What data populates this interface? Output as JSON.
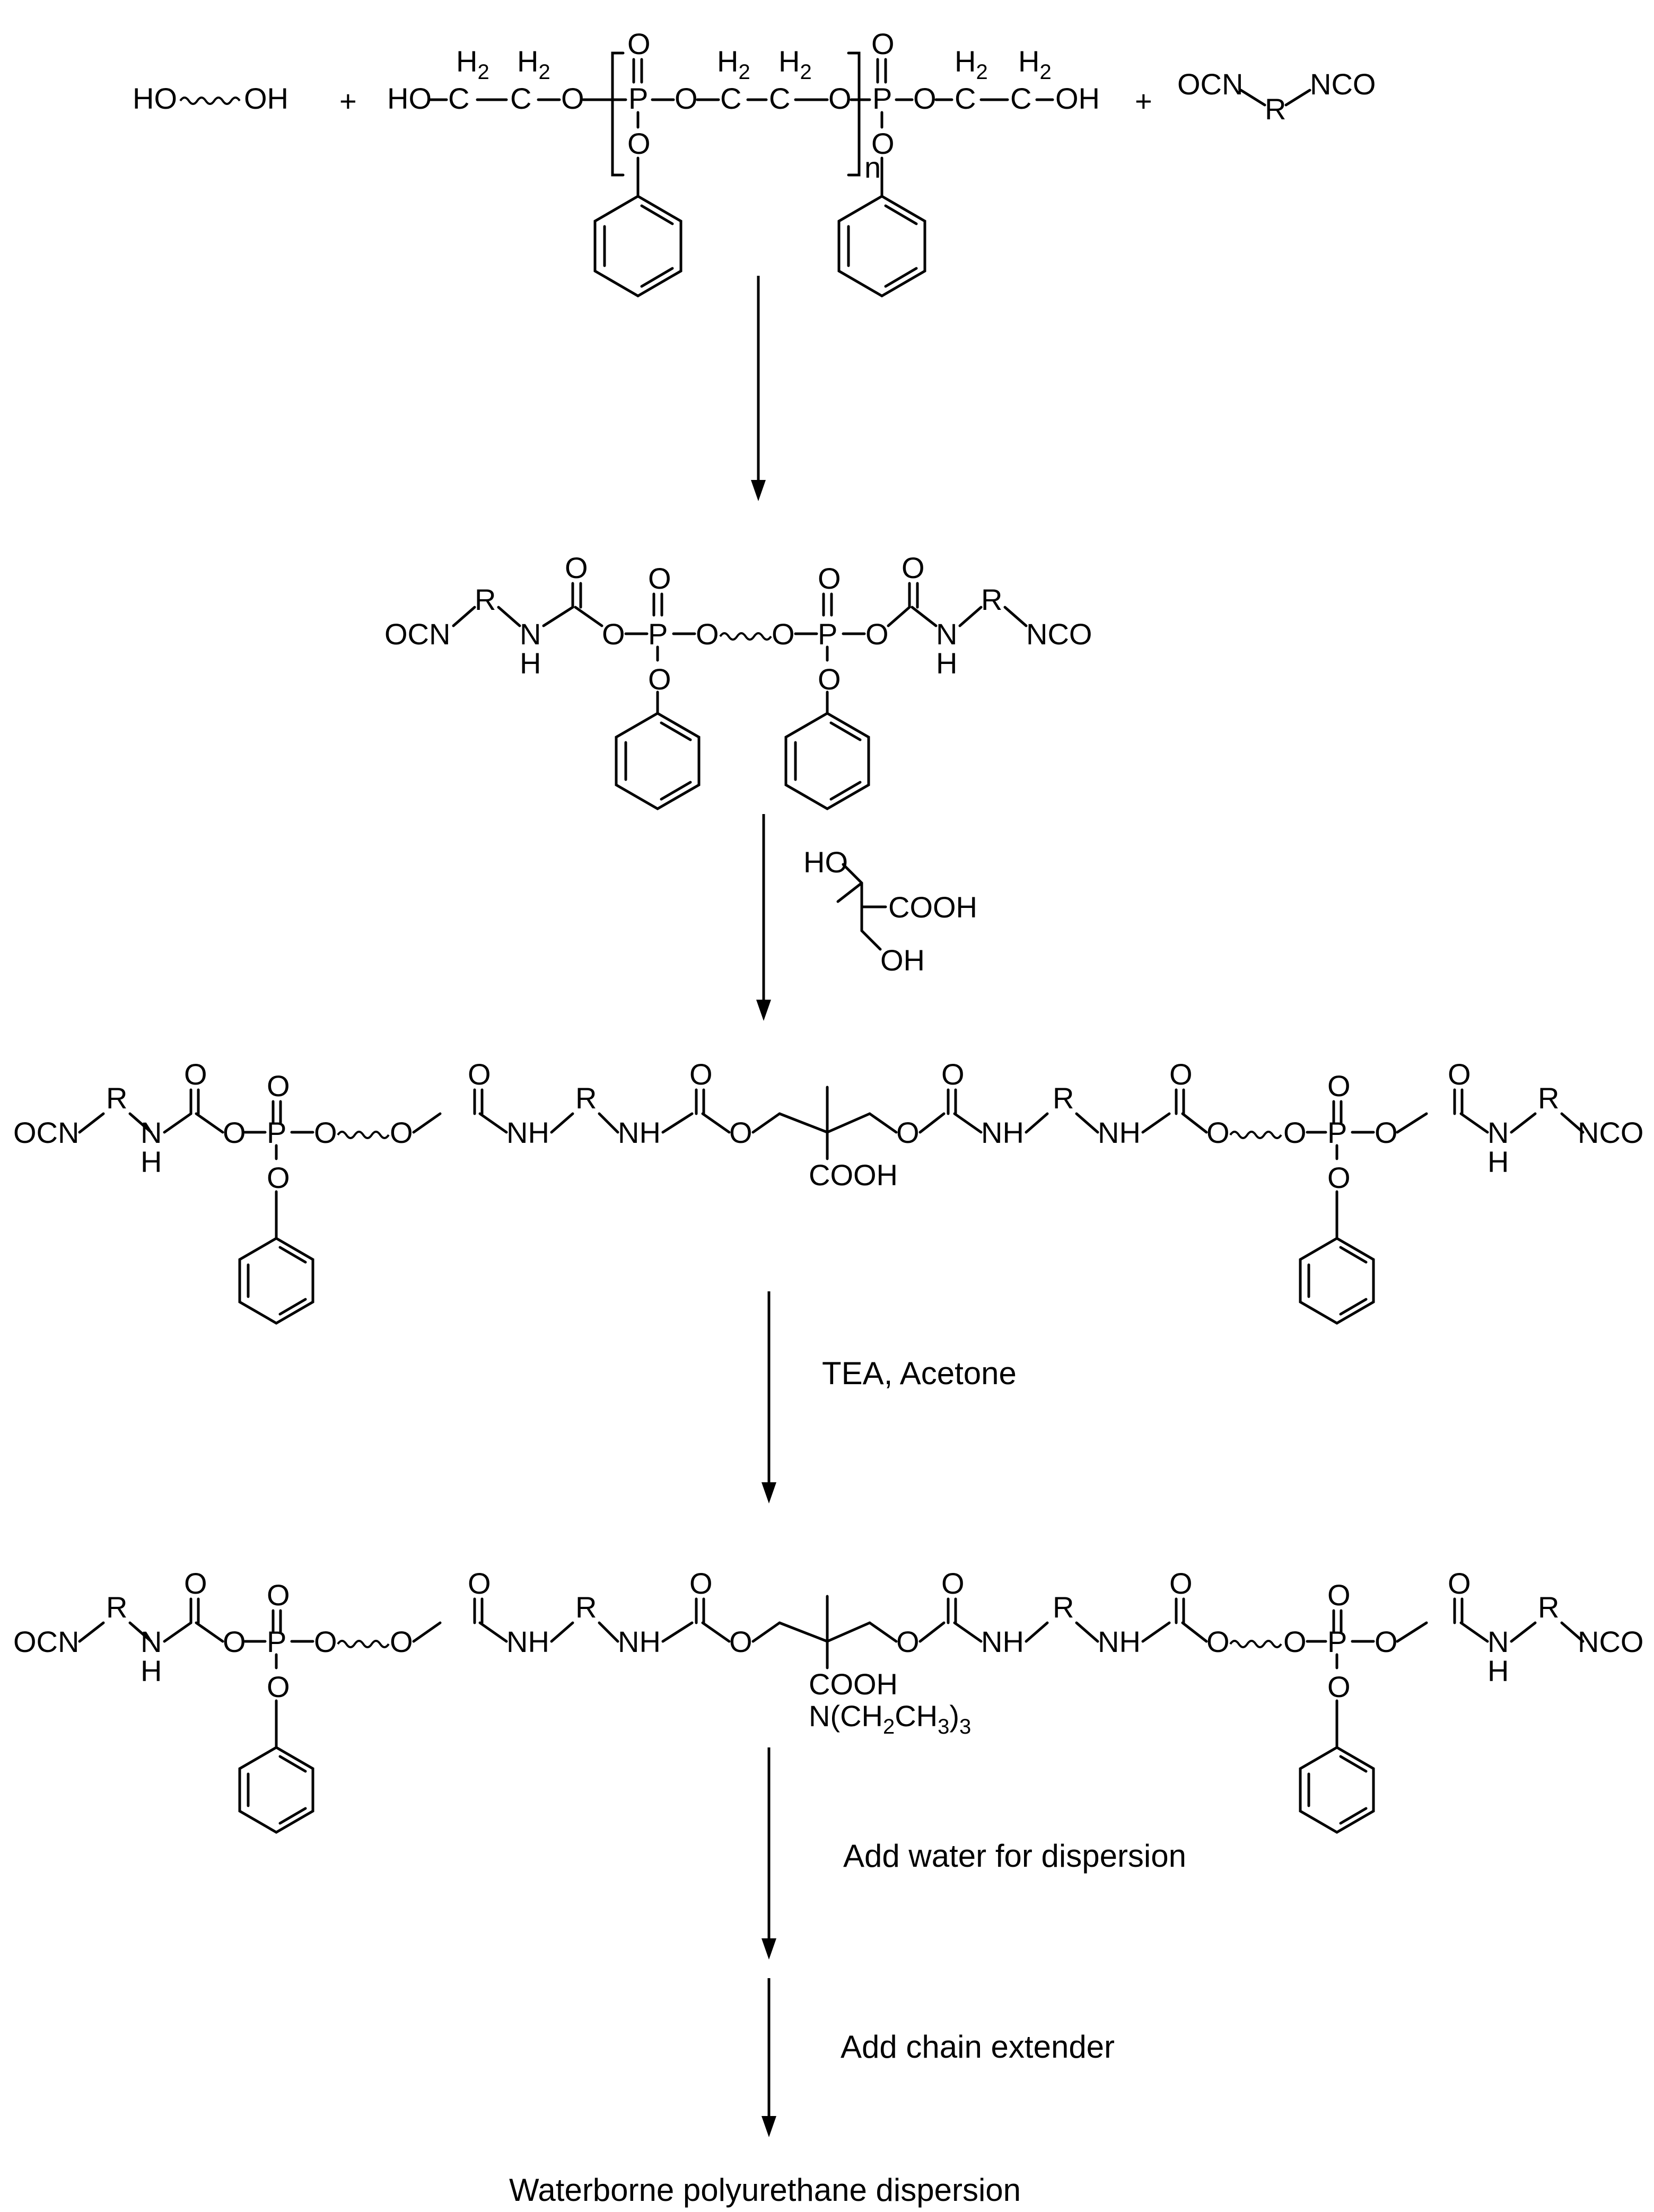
{
  "reactants": {
    "diol": {
      "left": "HO",
      "right": "OH"
    },
    "plus": "+",
    "phosphate_polyol": {
      "ho": "HO",
      "c": "C",
      "h2": "H",
      "h2_sub": "2",
      "o": "O",
      "p": "P",
      "oh": "OH",
      "n": "n"
    },
    "diisocyanate": {
      "ocn": "OCN",
      "r": "R",
      "nco": "NCO"
    }
  },
  "atoms": {
    "o": "O",
    "p": "P",
    "n": "N",
    "h": "H",
    "nh": "NH",
    "r": "R",
    "ocn": "OCN",
    "nco": "NCO",
    "cooh": "COOH",
    "ho": "HO",
    "oh": "OH"
  },
  "dmpa": {
    "ho": "HO",
    "cooh": "COOH",
    "oh": "OH"
  },
  "salt": {
    "cooh": "COOH",
    "amine": "N(CH",
    "ch2": "2",
    "ch3": "CH",
    "three": "3",
    "close": ")",
    "sub3": "3"
  },
  "steps": {
    "tea_acetone": "TEA, Acetone",
    "add_water": "Add water for dispersion",
    "add_extender": "Add chain extender"
  },
  "product": "Waterborne polyurethane dispersion"
}
